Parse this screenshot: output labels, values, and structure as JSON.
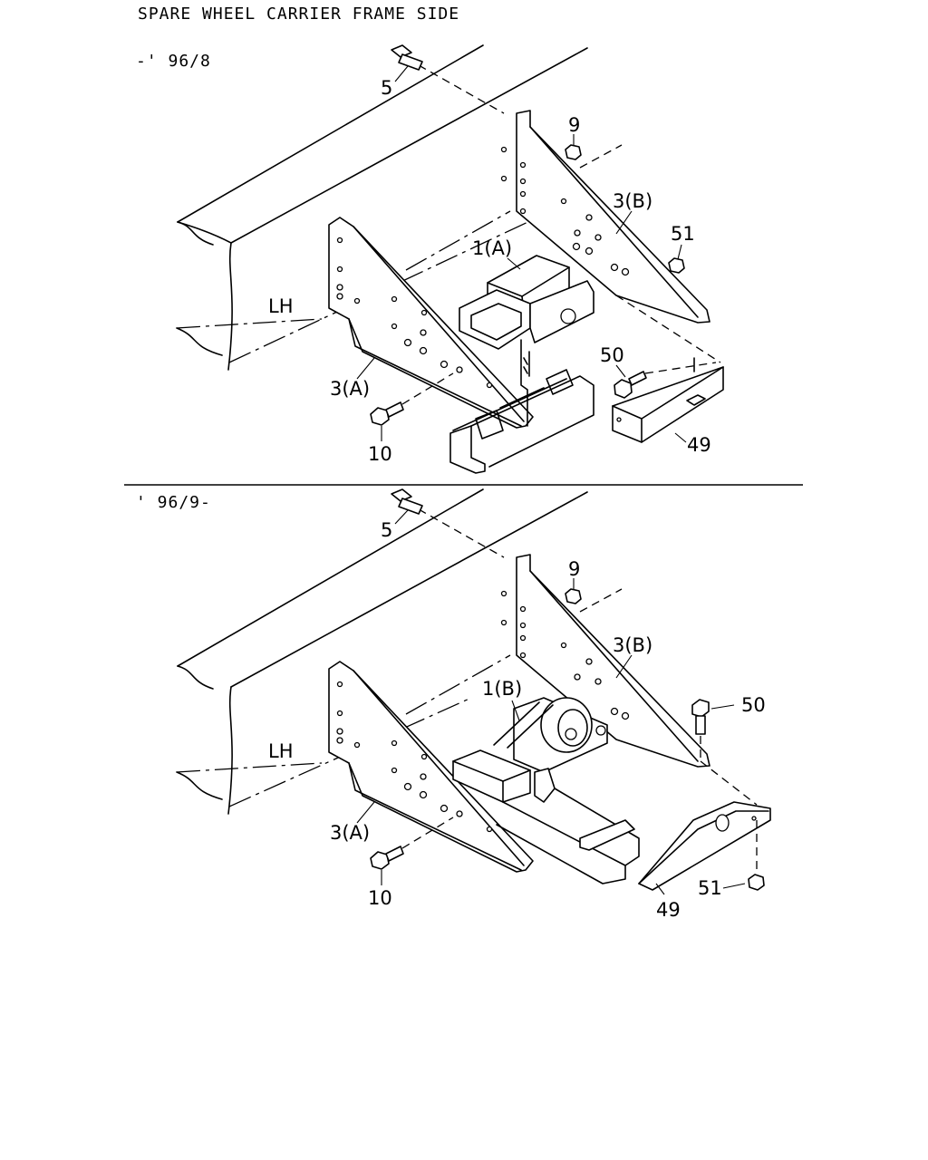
{
  "title": "SPARE WHEEL CARRIER FRAME SIDE",
  "views": [
    {
      "range": "-' 96/8",
      "labels": {
        "bolt_5": "5",
        "nut_9": "9",
        "bracket_3b": "3(B)",
        "nut_51": "51",
        "carrier_1a": "1(A)",
        "frame_lh": "LH",
        "bolt_50": "50",
        "bracket_3a": "3(A)",
        "bolt_10": "10",
        "plate_49": "49"
      }
    },
    {
      "range": "' 96/9-",
      "labels": {
        "bolt_5": "5",
        "nut_9": "9",
        "bracket_3b": "3(B)",
        "carrier_1b": "1(B)",
        "bolt_50": "50",
        "frame_lh": "LH",
        "bracket_3a": "3(A)",
        "bolt_10": "10",
        "nut_51": "51",
        "plate_49": "49"
      }
    }
  ]
}
